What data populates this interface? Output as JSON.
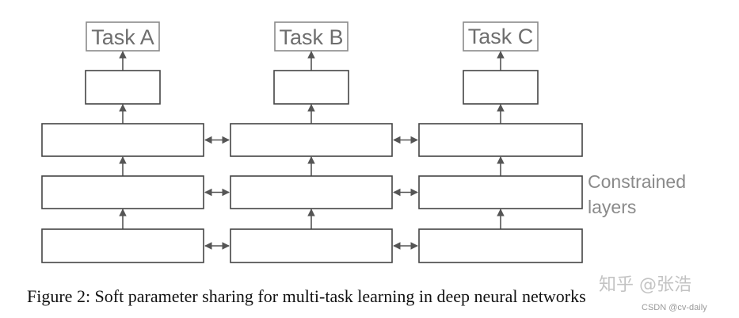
{
  "tasks": [
    {
      "label": "Task A"
    },
    {
      "label": "Task B"
    },
    {
      "label": "Task C"
    }
  ],
  "constrained_label": {
    "line1": "Constrained",
    "line2": "layers"
  },
  "caption": "Figure 2: Soft parameter sharing for multi-task learning in deep neural networks",
  "watermark": {
    "main": "知乎 @张浩",
    "sub": "CSDN @cv-daily"
  },
  "colors": {
    "node_stroke": "#444444",
    "task_stroke": "#8a8a8a",
    "arrow": "#555555",
    "label_text": "#6e6e6e"
  }
}
